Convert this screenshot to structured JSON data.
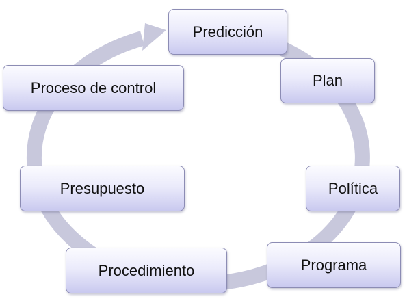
{
  "diagram": {
    "cycle_steps": [
      {
        "label": "Predicción"
      },
      {
        "label": "Plan"
      },
      {
        "label": "Política"
      },
      {
        "label": "Programa"
      },
      {
        "label": "Procedimiento"
      },
      {
        "label": "Presupuesto"
      },
      {
        "label": "Proceso de control"
      }
    ],
    "colors": {
      "arrow": "#c8c8dc",
      "node_border": "#8c8cb4",
      "node_fill_top": "#fbfbff",
      "node_fill_bottom": "#c9c9ef",
      "text": "#111111"
    }
  }
}
